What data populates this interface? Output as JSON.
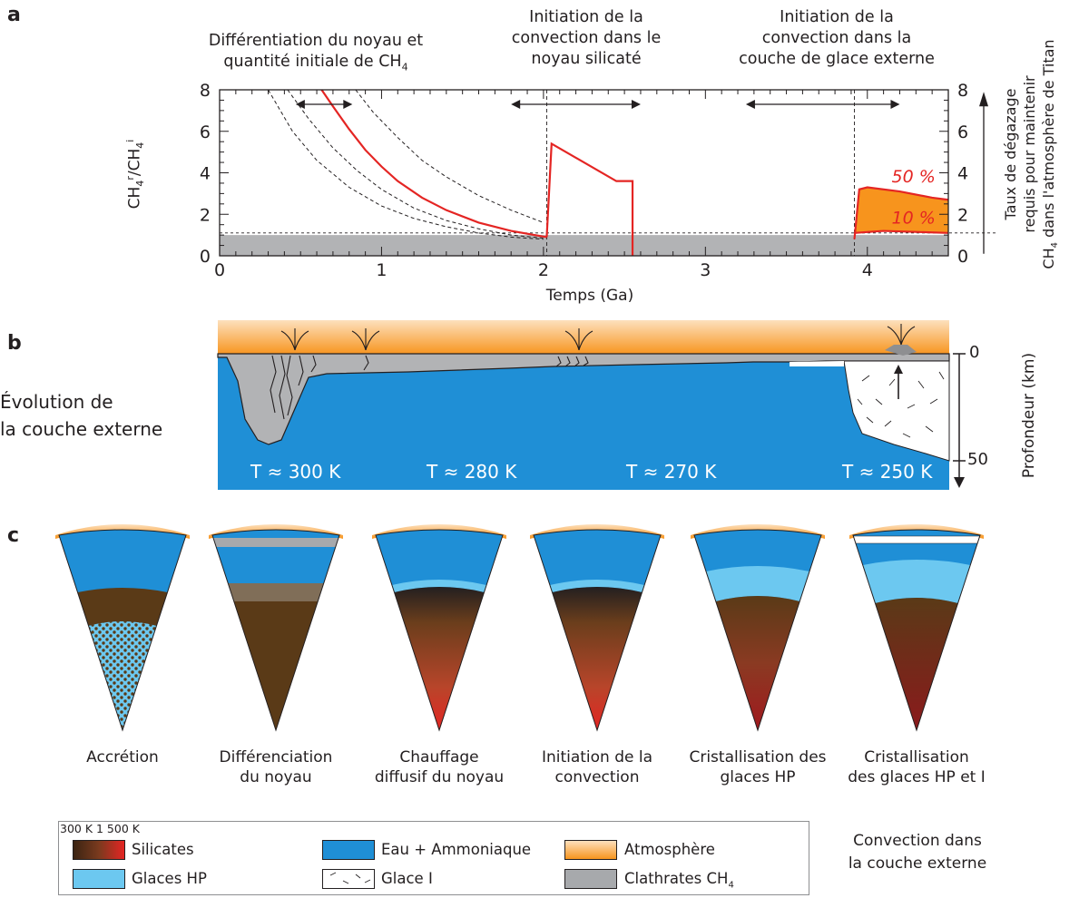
{
  "panel_a": {
    "letter": "a",
    "headers": {
      "h1_line1": "Différentiation du noyau et",
      "h1_line2_prefix": "quantité initiale de CH",
      "h1_line2_sub": "4",
      "h2_line1": "Initiation de la",
      "h2_line2": "convection dans le",
      "h2_line3": "noyau silicaté",
      "h3_line1": "Initiation de la",
      "h3_line2": "convection dans la",
      "h3_line3": "couche de glace externe"
    },
    "ylabel_left": "CH4r/CH4i",
    "ylabel_right_line1": "Taux de dégazage",
    "ylabel_right_line2": "requis pour maintenir",
    "ylabel_right_line3": "CH4 dans l'atmosphère de Titan",
    "xlabel": "Temps (Ga)",
    "x_ticks": [
      "0",
      "1",
      "2",
      "3",
      "4"
    ],
    "y_ticks": [
      "0",
      "2",
      "4",
      "6",
      "8"
    ],
    "y_ticks_right": [
      "0",
      "2",
      "4",
      "6",
      "8"
    ],
    "pct_50": "50 %",
    "pct_10": "10 %"
  },
  "chart_data": {
    "type": "line",
    "xlabel": "Temps (Ga)",
    "ylabel": "CH4r/CH4i",
    "xlim": [
      0,
      4.5
    ],
    "ylim": [
      0,
      8
    ],
    "clathrate_band_y": [
      0,
      1
    ],
    "dashed_threshold_y": 1.1,
    "series": [
      {
        "style": "solid-red",
        "x": [
          0.63,
          0.7,
          0.8,
          0.9,
          1.0,
          1.1,
          1.25,
          1.4,
          1.6,
          1.8,
          2.02
        ],
        "y": [
          8.0,
          7.2,
          6.1,
          5.1,
          4.3,
          3.6,
          2.8,
          2.2,
          1.6,
          1.2,
          0.9
        ]
      },
      {
        "style": "solid-red",
        "x": [
          2.02,
          2.05,
          2.45,
          2.55,
          2.55
        ],
        "y": [
          0.9,
          5.4,
          3.6,
          3.6,
          0.0
        ]
      },
      {
        "style": "dashed",
        "x": [
          0.42,
          0.55,
          0.7,
          0.85,
          1.0,
          1.2,
          1.4,
          1.6,
          1.8,
          2.0
        ],
        "y": [
          8.0,
          6.6,
          5.2,
          4.1,
          3.2,
          2.3,
          1.7,
          1.3,
          1.0,
          0.85
        ]
      },
      {
        "style": "dashed",
        "x": [
          0.84,
          0.95,
          1.1,
          1.25,
          1.4,
          1.6,
          1.8,
          2.0
        ],
        "y": [
          8.0,
          6.9,
          5.7,
          4.6,
          3.8,
          2.9,
          2.2,
          1.6
        ]
      },
      {
        "style": "dashed",
        "x": [
          0.3,
          0.45,
          0.6,
          0.8,
          1.0,
          1.2,
          1.4,
          1.6,
          1.8,
          2.0
        ],
        "y": [
          8.0,
          6.0,
          4.6,
          3.3,
          2.4,
          1.8,
          1.4,
          1.1,
          0.9,
          0.8
        ]
      },
      {
        "name": "50 %",
        "style": "solid-red",
        "x": [
          3.92,
          3.95,
          4.0,
          4.2,
          4.4,
          4.5
        ],
        "y": [
          0.8,
          3.2,
          3.3,
          3.1,
          2.8,
          2.7
        ]
      },
      {
        "name": "10 %",
        "style": "solid-red",
        "x": [
          3.92,
          4.1,
          4.3,
          4.5
        ],
        "y": [
          1.1,
          1.2,
          1.15,
          1.1
        ]
      }
    ],
    "event_ranges": [
      [
        0.47,
        0.82
      ],
      [
        1.8,
        2.6
      ],
      [
        3.25,
        4.2
      ]
    ],
    "event_lines_x": [
      2.02,
      3.92
    ]
  },
  "panel_b": {
    "letter": "b",
    "left_line1": "Évolution de",
    "left_line2": "la couche externe",
    "temps": [
      "T ≈ 300 K",
      "T ≈ 280 K",
      "T ≈ 270 K",
      "T ≈ 250 K"
    ],
    "depth_0": "0",
    "depth_50": "50",
    "depth_label": "Profondeur (km)"
  },
  "panel_c": {
    "letter": "c",
    "captions": [
      [
        "Accrétion",
        ""
      ],
      [
        "Différenciation",
        "du noyau"
      ],
      [
        "Chauffage",
        "diffusif du noyau"
      ],
      [
        "Initiation de la",
        "convection"
      ],
      [
        "Cristallisation des",
        "glaces HP"
      ],
      [
        "Cristallisation",
        "des glaces HP et I"
      ]
    ]
  },
  "legend": {
    "gradient_label": "300 K 1 500 K",
    "silicates": "Silicates",
    "glaces_hp": "Glaces HP",
    "eau": "Eau + Ammoniaque",
    "glace_i": "Glace I",
    "atmosphere": "Atmosphère",
    "clathrates_prefix": "Clathrates CH",
    "clathrates_sub": "4"
  },
  "side_note_line1": "Convection dans",
  "side_note_line2": "la couche externe",
  "colors": {
    "red": "#e42523",
    "orange": "#f7941d",
    "water": "#1f8fd6",
    "hp_ice": "#6cc8f0",
    "clathrate": "#b2b3b5",
    "silicate_dark": "#5a3a17",
    "silicate_hot": "#c1272d"
  }
}
